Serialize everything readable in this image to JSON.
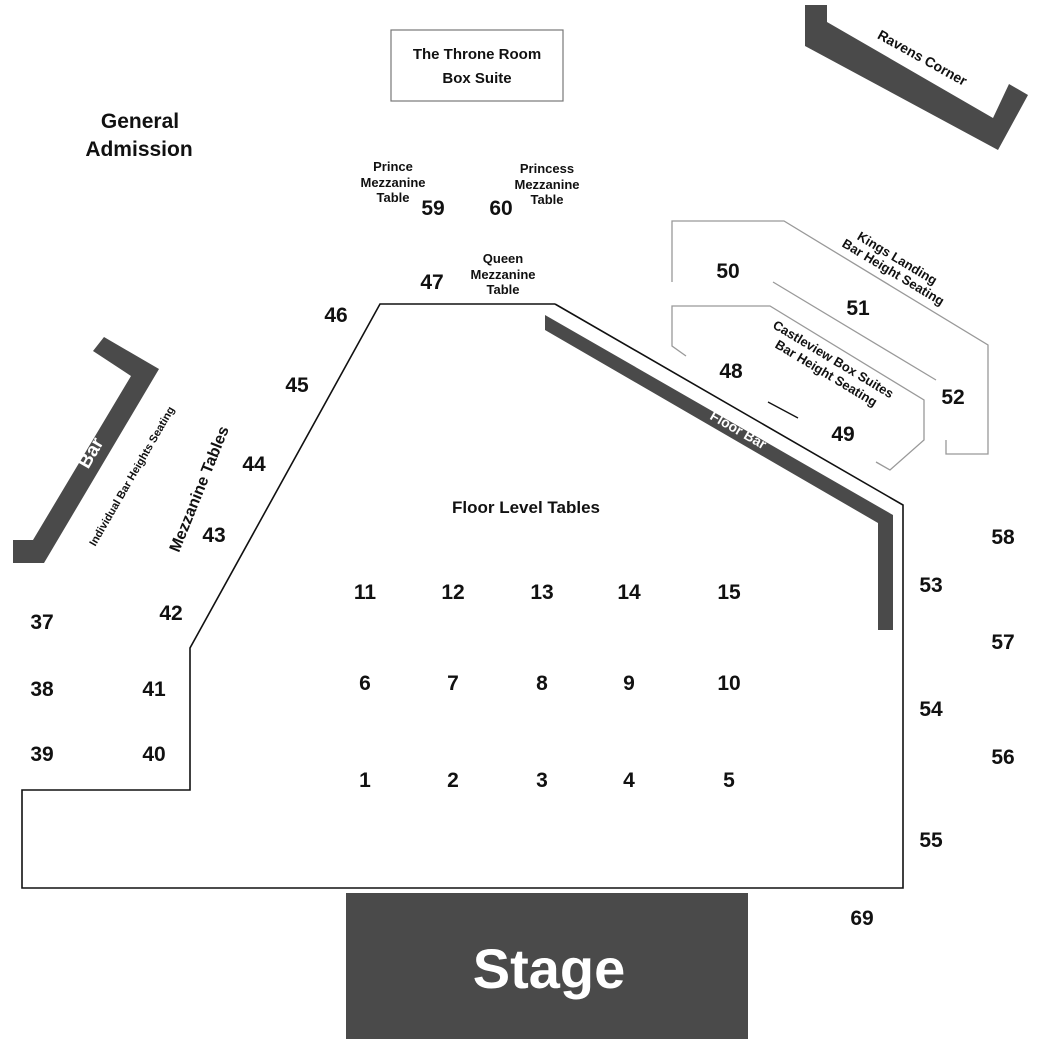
{
  "colors": {
    "bar_fill": "#4a4a4a",
    "stage_fill": "#4a4a4a",
    "outline": "#111111",
    "box_outline": "#999999"
  },
  "labels": {
    "throne_room_line1": "The Throne Room",
    "throne_room_line2": "Box Suite",
    "ravens_corner": "Ravens Corner",
    "general_line1": "General",
    "general_line2": "Admission",
    "prince_line1": "Prince",
    "prince_line2": "Mezzanine",
    "prince_line3": "Table",
    "princess_line1": "Princess",
    "princess_line2": "Mezzanine",
    "princess_line3": "Table",
    "queen_line1": "Queen",
    "queen_line2": "Mezzanine",
    "queen_line3": "Table",
    "kings_line1": "Kings Landing",
    "kings_line2": "Bar Height Seating",
    "castleview_line1": "Castleview Box Suites",
    "castleview_line2": "Bar Height Seating",
    "floor_bar": "Floor Bar",
    "bar": "Bar",
    "bar_seating": "Individual Bar Heights Seating",
    "mezzanine_tables": "Mezzanine Tables",
    "floor_level_tables": "Floor Level Tables",
    "stage": "Stage"
  },
  "tables": {
    "t1": "1",
    "t2": "2",
    "t3": "3",
    "t4": "4",
    "t5": "5",
    "t6": "6",
    "t7": "7",
    "t8": "8",
    "t9": "9",
    "t10": "10",
    "t11": "11",
    "t12": "12",
    "t13": "13",
    "t14": "14",
    "t15": "15",
    "t37": "37",
    "t38": "38",
    "t39": "39",
    "t40": "40",
    "t41": "41",
    "t42": "42",
    "t43": "43",
    "t44": "44",
    "t45": "45",
    "t46": "46",
    "t47": "47",
    "t48": "48",
    "t49": "49",
    "t50": "50",
    "t51": "51",
    "t52": "52",
    "t53": "53",
    "t54": "54",
    "t55": "55",
    "t56": "56",
    "t57": "57",
    "t58": "58",
    "t59": "59",
    "t60": "60",
    "t69": "69"
  }
}
